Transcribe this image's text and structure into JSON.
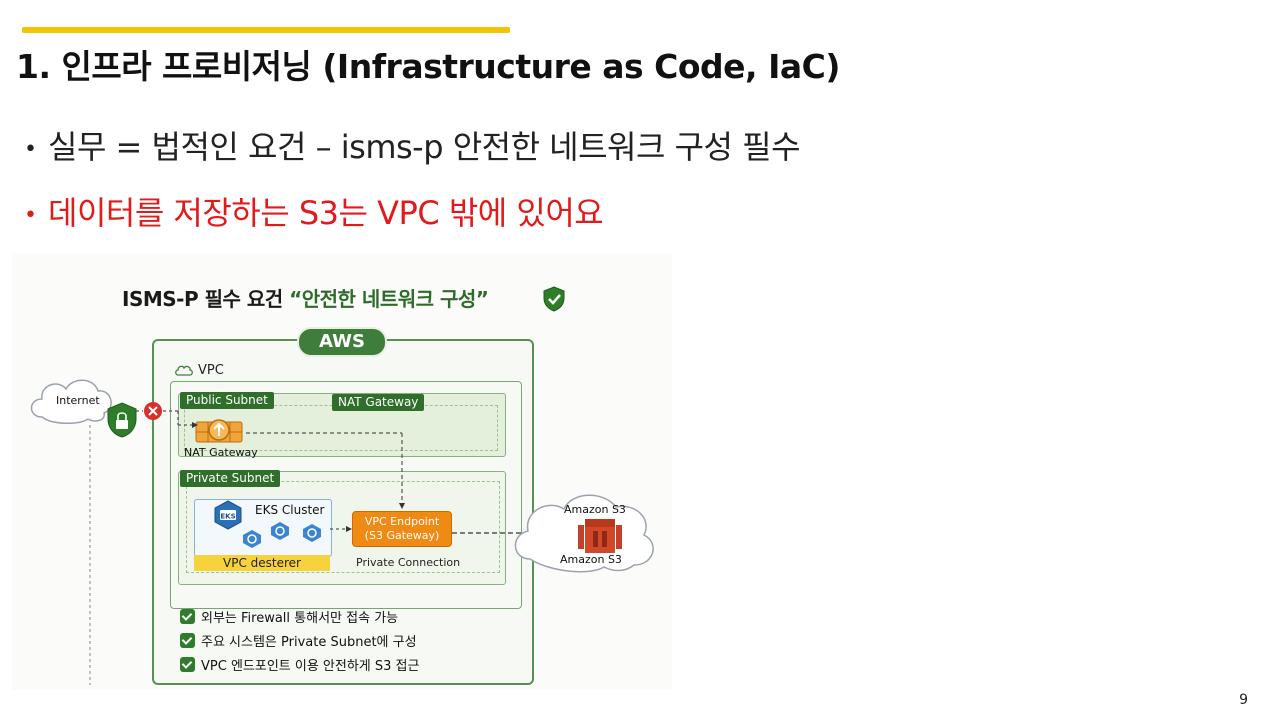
{
  "slide": {
    "title": "1. 인프라 프로비저닝 (Infrastructure as Code, IaC)",
    "bullets": [
      "실무 = 법적인 요건 – isms-p 안전한 네트워크 구성 필수",
      "데이터를 저장하는 S3는 VPC 밖에 있어요"
    ],
    "page_number": "9"
  },
  "diagram": {
    "title_prefix": "ISMS-P 필수 요건 ",
    "title_highlight": "“안전한 네트워크 구성”",
    "aws_label": "AWS",
    "vpc_label": "VPC",
    "internet_label": "Internet",
    "public_subnet_label": "Public Subnet",
    "nat_gateway_tag": "NAT Gateway",
    "nat_gateway_label": "NAT Gateway",
    "private_subnet_label": "Private Subnet",
    "eks_cluster_label": "EKS Cluster",
    "eks_badge": "EKS",
    "vpc_desterer_label": "VPC desterer",
    "vpc_endpoint_line1": "VPC Endpoint",
    "vpc_endpoint_line2": "(S3 Gateway)",
    "private_connection_label": "Private Connection",
    "s3_label_top": "Amazon S3",
    "s3_label_bottom": "Amazon S3",
    "checklist": [
      "외부는 Firewall 통해서만 접속 가능",
      "주요 시스템은 Private Subnet에 구성",
      "VPC 엔드포인트 이용 안전하게 S3 접근"
    ]
  },
  "colors": {
    "accent_bar": "#f5c400",
    "warning_text": "#e01b1b",
    "aws_green": "#3f7d3a",
    "endpoint_orange": "#ef8a14",
    "s3_red": "#d2492a"
  }
}
